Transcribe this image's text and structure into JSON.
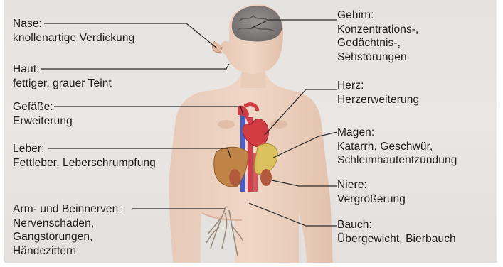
{
  "labels": {
    "nose": {
      "title": "Nase:",
      "desc": "knollenartige Verdickung"
    },
    "skin": {
      "title": "Haut:",
      "desc": "fettiger, grauer Teint"
    },
    "vessels": {
      "title": "Gefäße:",
      "desc": "Erweiterung"
    },
    "liver": {
      "title": "Leber:",
      "desc": "Fettleber, Leberschrumpfung"
    },
    "nerves": {
      "title": "Arm- und Beinnerven:",
      "desc1": "Nervenschäden,",
      "desc2": "Gangstörungen,",
      "desc3": "Händezittern"
    },
    "brain": {
      "title": "Gehirn:",
      "desc1": "Konzentrations-,",
      "desc2": "Gedächtnis-,",
      "desc3": "Sehstörungen"
    },
    "heart": {
      "title": "Herz:",
      "desc": "Herzerweiterung"
    },
    "stomach": {
      "title": "Magen:",
      "desc1": "Katarrh, Geschwür,",
      "desc2": "Schleimhautentzündung"
    },
    "kidney": {
      "title": "Niere:",
      "desc": "Vergrößerung"
    },
    "belly": {
      "title": "Bauch:",
      "desc": "Übergewicht, Bierbauch"
    }
  }
}
